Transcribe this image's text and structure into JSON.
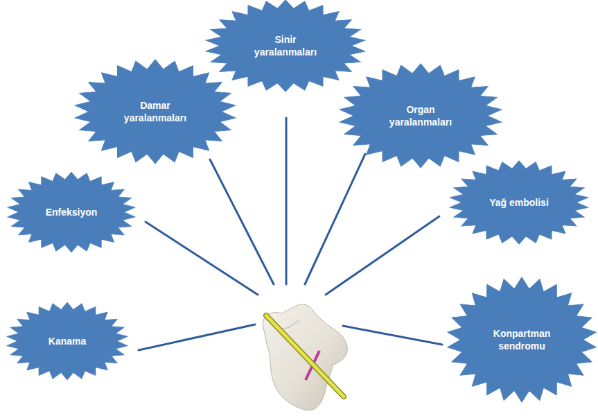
{
  "diagram": {
    "nodes": [
      {
        "text": [
          "Sinir yaralanmaları"
        ]
      },
      {
        "text": [
          "Damar yaralanmaları"
        ]
      },
      {
        "text": [
          "Organ yaralanmaları"
        ]
      },
      {
        "text": [
          "Enfeksiyon"
        ]
      },
      {
        "text": [
          "Yağ embolisi"
        ]
      },
      {
        "text": [
          "Kanama"
        ]
      },
      {
        "text": [
          "Konpartman sendromu"
        ]
      }
    ]
  }
}
